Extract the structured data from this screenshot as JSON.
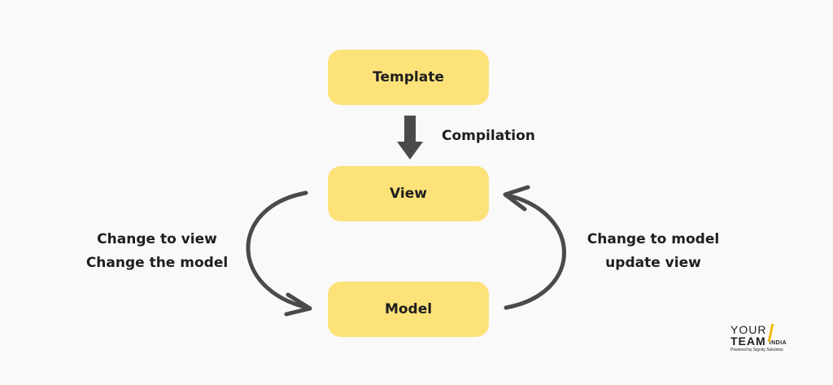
{
  "nodes": {
    "template": "Template",
    "view": "View",
    "model": "Model"
  },
  "edges": {
    "compilation": "Compilation",
    "view_to_model": [
      "Change to view",
      "Change the model"
    ],
    "model_to_view": [
      "Change to model",
      "update view"
    ]
  },
  "logo": {
    "line1": "YOUR",
    "line2": "TEAM",
    "line2_suffix": "INDIA",
    "tagline": "Powered by Signity Solutions"
  },
  "colors": {
    "background": "#f9f9f9",
    "node_fill": "#fde27a",
    "arrow": "#4a4a4a",
    "logo_accent": "#f2b705"
  }
}
